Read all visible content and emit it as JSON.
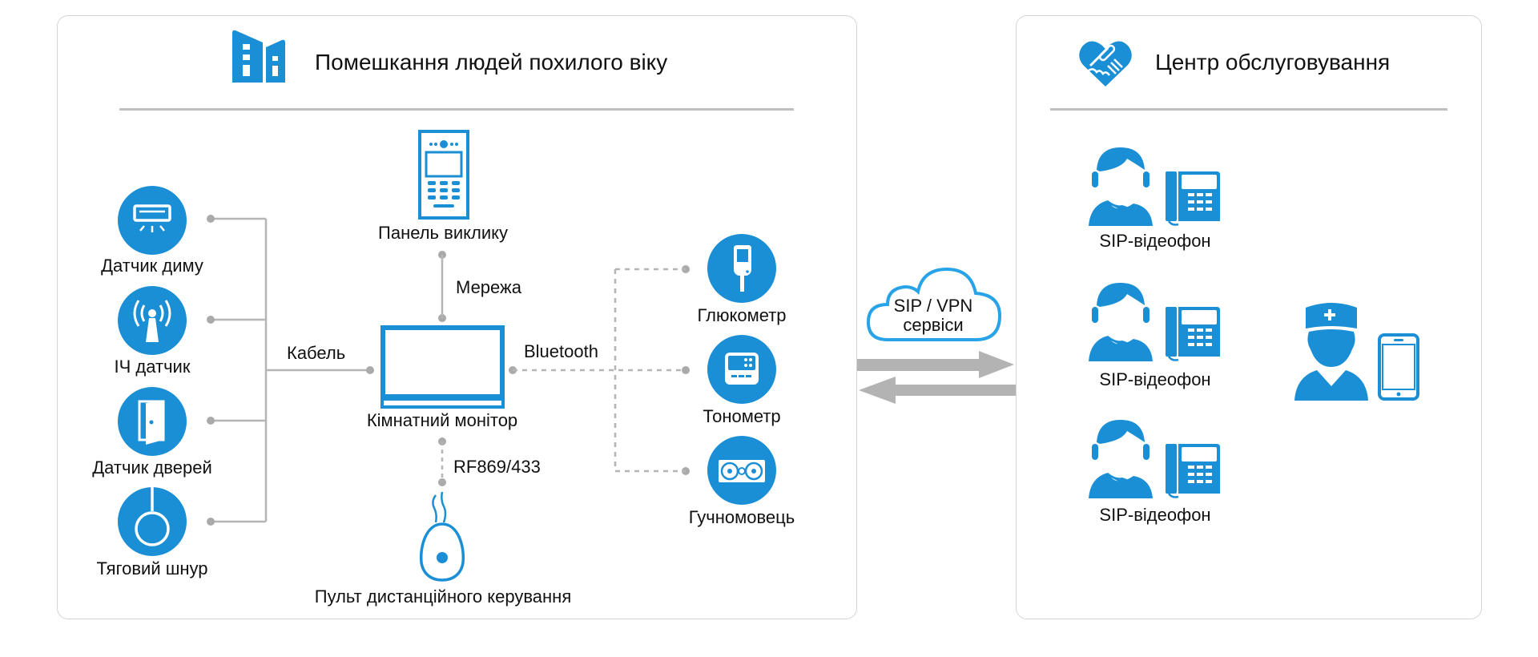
{
  "colors": {
    "accent": "#1a8fd6",
    "connector": "#b0b0b0",
    "arrow": "#b3b3b3",
    "cloud_stroke": "#29a3e8"
  },
  "left_panel": {
    "title": "Помешкання людей похилого віку",
    "title_icon": "building-icon",
    "sensors": [
      {
        "label": "Датчик диму",
        "icon": "air-conditioner-icon"
      },
      {
        "label": "ІЧ датчик",
        "icon": "infrared-antenna-icon"
      },
      {
        "label": "Датчик дверей",
        "icon": "door-icon"
      },
      {
        "label": "Тяговий шнур",
        "icon": "pull-cord-icon"
      }
    ],
    "cable_label": "Кабель",
    "call_panel": {
      "label": "Панель виклику",
      "icon": "call-panel-icon"
    },
    "network_label": "Мережа",
    "monitor": {
      "label": "Кімнатний монітор",
      "icon": "monitor-icon"
    },
    "bluetooth_label": "Bluetooth",
    "rf_label": "RF869/433",
    "remote": {
      "label": "Пульт дистанційного керування",
      "icon": "remote-pendant-icon"
    },
    "health_devices": [
      {
        "label": "Глюкометр",
        "icon": "glucometer-icon"
      },
      {
        "label": "Тонометр",
        "icon": "tonometer-icon"
      },
      {
        "label": "Гучномовець",
        "icon": "speaker-icon"
      }
    ]
  },
  "cloud": {
    "line1": "SIP / VPN",
    "line2": "сервіси"
  },
  "right_panel": {
    "title": "Центр обслуговування",
    "title_icon": "heart-handshake-icon",
    "stations": [
      {
        "label": "SIP-відеофон",
        "icon": "operator-phone-icon"
      },
      {
        "label": "SIP-відеофон",
        "icon": "operator-phone-icon"
      },
      {
        "label": "SIP-відеофон",
        "icon": "operator-phone-icon"
      }
    ],
    "doctor_icon": "doctor-mobile-icon"
  }
}
